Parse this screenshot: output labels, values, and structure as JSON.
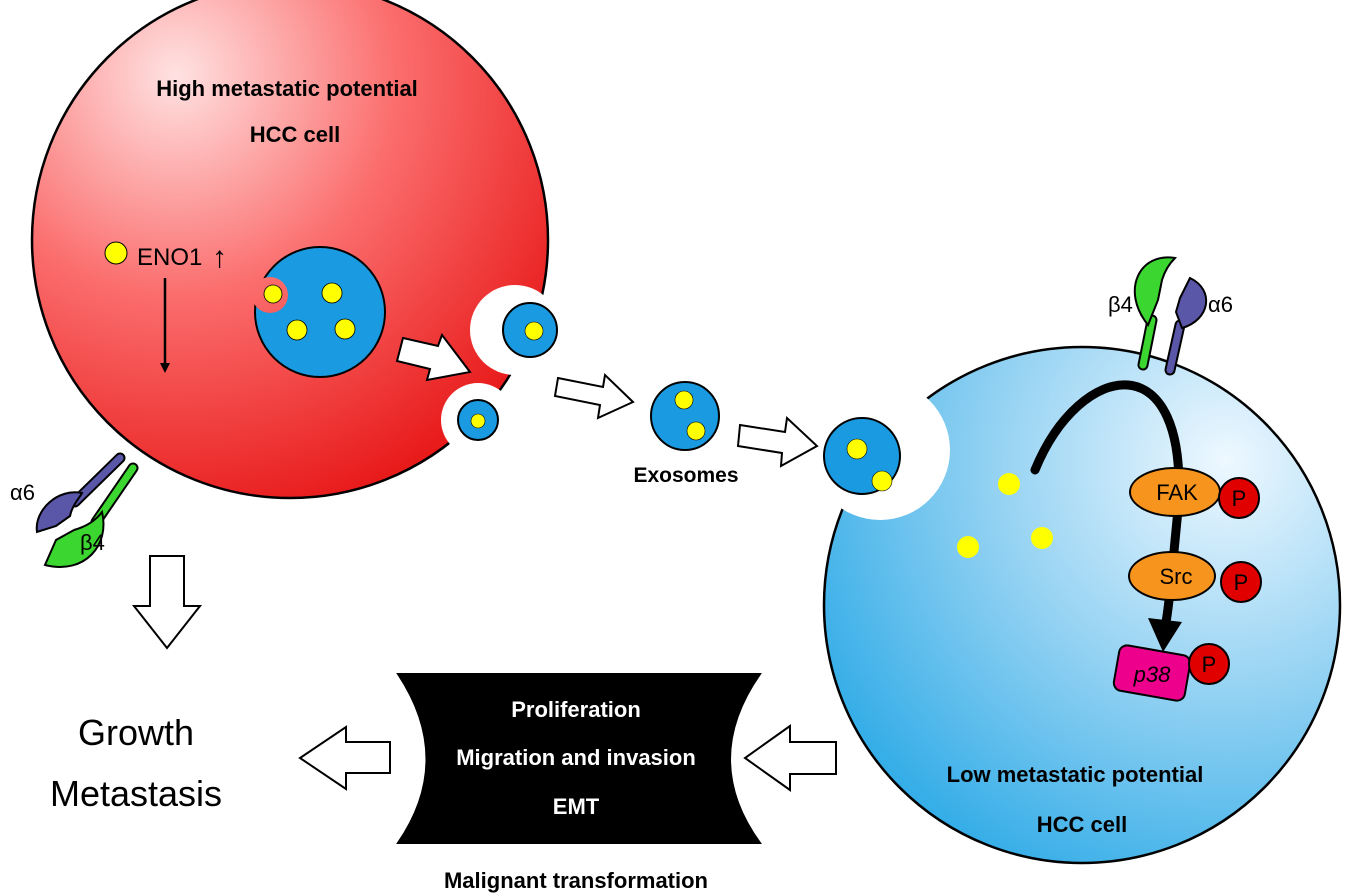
{
  "high_cell": {
    "title_line1": "High metastatic potential",
    "title_line2": "HCC cell",
    "eno1_label": "ENO1",
    "eno1_arrow": "↑"
  },
  "low_cell": {
    "title_line1": "Low metastatic potential",
    "title_line2": "HCC cell",
    "fak_label": "FAK",
    "src_label": "Src",
    "p38_label": "p38",
    "phospho_label": "P"
  },
  "integrin": {
    "alpha_label": "α6",
    "beta_label": "β4"
  },
  "exosomes_label": "Exosomes",
  "effects": {
    "items": [
      "Proliferation",
      "Migration and invasion",
      "EMT"
    ],
    "caption": "Malignant transformation"
  },
  "outcome": {
    "line1": "Growth",
    "line2": "Metastasis"
  },
  "colors": {
    "high_cell": "#ee1c24",
    "low_cell": "#29abe2",
    "vesicle": "#1a9ae0",
    "eno1_dot": "#ffff00",
    "fak_src": "#f7941d",
    "phospho": "#e00000",
    "p38": "#ec008c",
    "beta4": "#3bd62f",
    "alpha6": "#5a56a8"
  }
}
